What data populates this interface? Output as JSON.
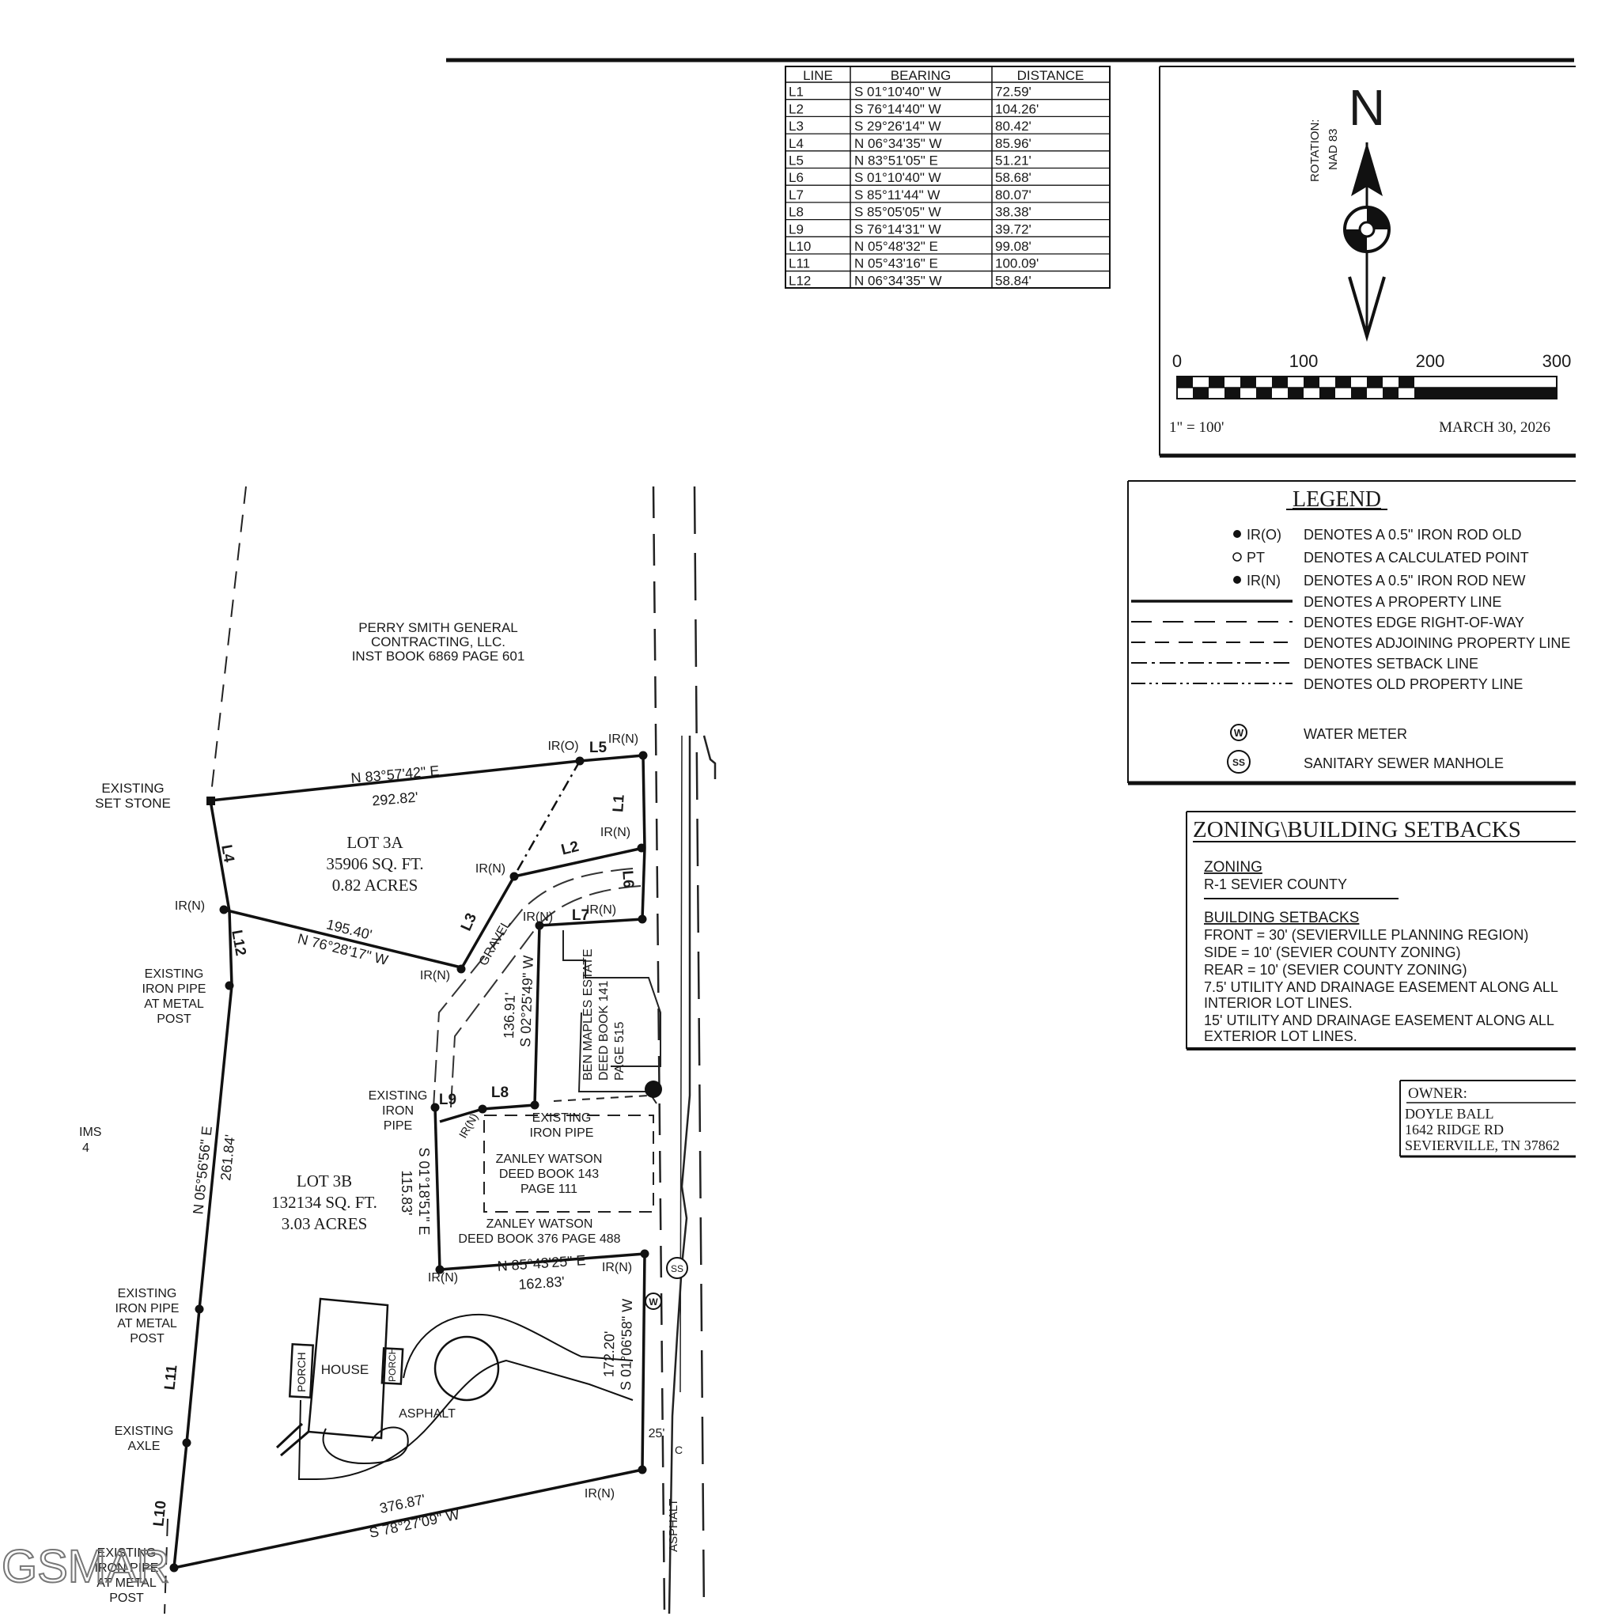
{
  "line_table": {
    "headers": [
      "LINE",
      "BEARING",
      "DISTANCE"
    ],
    "rows": [
      {
        "line": "L1",
        "bearing": "S 01°10'40\" W",
        "distance": "72.59'"
      },
      {
        "line": "L2",
        "bearing": "S 76°14'40\" W",
        "distance": "104.26'"
      },
      {
        "line": "L3",
        "bearing": "S 29°26'14\" W",
        "distance": "80.42'"
      },
      {
        "line": "L4",
        "bearing": "N 06°34'35\" W",
        "distance": "85.96'"
      },
      {
        "line": "L5",
        "bearing": "N 83°51'05\" E",
        "distance": "51.21'"
      },
      {
        "line": "L6",
        "bearing": "S 01°10'40\" W",
        "distance": "58.68'"
      },
      {
        "line": "L7",
        "bearing": "S 85°11'44\" W",
        "distance": "80.07'"
      },
      {
        "line": "L8",
        "bearing": "S 85°05'05\" W",
        "distance": "38.38'"
      },
      {
        "line": "L9",
        "bearing": "S 76°14'31\" W",
        "distance": "39.72'"
      },
      {
        "line": "L10",
        "bearing": "N 05°48'32\" E",
        "distance": "99.08'"
      },
      {
        "line": "L11",
        "bearing": "N 05°43'16\" E",
        "distance": "100.09'"
      },
      {
        "line": "L12",
        "bearing": "N 06°34'35\" W",
        "distance": "58.84'"
      }
    ]
  },
  "north_arrow": {
    "letter": "N",
    "rotation_line1": "ROTATION:",
    "rotation_line2": "NAD 83"
  },
  "scale_bar": {
    "ticks": [
      "0",
      "100",
      "200",
      "300"
    ],
    "scale_text": "1\" = 100'",
    "date": "MARCH 30, 2026"
  },
  "legend": {
    "title": "LEGEND",
    "symbol_items": [
      {
        "symbol": "IR(O)",
        "text": "DENOTES A 0.5\" IRON ROD OLD",
        "marker": "filled-dot"
      },
      {
        "symbol": "PT",
        "text": "DENOTES A CALCULATED POINT",
        "marker": "open-dot"
      },
      {
        "symbol": "IR(N)",
        "text": "DENOTES A 0.5\" IRON ROD NEW",
        "marker": "filled-dot"
      }
    ],
    "line_items": [
      {
        "text": "DENOTES A PROPERTY LINE",
        "style": "solid-heavy"
      },
      {
        "text": "DENOTES EDGE RIGHT-OF-WAY",
        "style": "long-dash"
      },
      {
        "text": "DENOTES ADJOINING PROPERTY LINE",
        "style": "dash"
      },
      {
        "text": "DENOTES SETBACK LINE",
        "style": "dash-dot"
      },
      {
        "text": "DENOTES OLD PROPERTY LINE",
        "style": "dash-dot-dot"
      }
    ],
    "icon_items": [
      {
        "glyph": "W",
        "text": "WATER METER",
        "icon": "water-meter-icon"
      },
      {
        "glyph": "SS",
        "text": "SANITARY SEWER MANHOLE",
        "icon": "sewer-manhole-icon"
      }
    ]
  },
  "zoning": {
    "title": "ZONING\\BUILDING SETBACKS",
    "zoning_heading": "ZONING",
    "zoning_value": "R-1 SEVIER COUNTY",
    "setbacks_heading": "BUILDING SETBACKS",
    "lines": [
      "FRONT =   30' (SEVIERVILLE PLANNING REGION)",
      "SIDE    =   10' (SEVIER COUNTY ZONING)",
      "REAR   =   10' (SEVIER COUNTY ZONING)",
      "7.5' UTILITY AND DRAINAGE EASEMENT ALONG ALL",
      "INTERIOR LOT LINES.",
      "15' UTILITY AND DRAINAGE EASEMENT ALONG ALL",
      "EXTERIOR LOT LINES."
    ]
  },
  "owner": {
    "heading": "OWNER:",
    "lines": [
      "DOYLE BALL",
      "1642 RIDGE RD",
      "SEVIERVILLE, TN 37862"
    ]
  },
  "plat": {
    "adjoiner_north": [
      "PERRY SMITH GENERAL",
      "CONTRACTING, LLC.",
      "INST BOOK 6869 PAGE 601"
    ],
    "lot_3a": [
      "LOT 3A",
      "35906 SQ. FT.",
      "0.82 ACRES"
    ],
    "lot_3b": [
      "LOT 3B",
      "132134 SQ. FT.",
      "3.03 ACRES"
    ],
    "ben_maples": [
      "BEN MAPLES ESTATE",
      "DEED BOOK 141",
      "PAGE 515"
    ],
    "zanley_1": [
      "ZANLEY WATSON",
      "DEED BOOK 143",
      "PAGE 111"
    ],
    "zanley_2": [
      "ZANLEY WATSON",
      "DEED BOOK 376 PAGE 488"
    ],
    "existing_set_stone": [
      "EXISTING",
      "SET STONE"
    ],
    "existing_iron_pipe_post": [
      "EXISTING",
      "IRON PIPE",
      "AT METAL",
      "POST"
    ],
    "existing_iron_pipe": [
      "EXISTING",
      "IRON",
      "PIPE"
    ],
    "existing_iron_pipe_inner": [
      "EXISTING",
      "IRON PIPE"
    ],
    "existing_axle": [
      "EXISTING",
      "AXLE"
    ],
    "bottom_post": [
      "EXISTING",
      "IRON PIPE",
      "AT METAL",
      "POST"
    ],
    "north_line_bearing": "N 83°57'42\" E",
    "north_line_dist": "292.82'",
    "mid_line_dist": "195.40'",
    "mid_line_bearing": "N 76°28'17\" W",
    "west_bearing": "N 05°56'56\" E",
    "west_dist": "261.84'",
    "inner_bearing": "S 02°25'49\" W",
    "inner_dist": "136.91'",
    "lot3b_inner_bearing": "S 01°18'51\" E",
    "lot3b_inner_dist": "115.83'",
    "south_mid_bearing": "N 85°43'25\" E",
    "south_mid_dist": "162.83'",
    "east_bearing": "S 01°06'58\" W",
    "east_dist": "172.20'",
    "south_dist": "376.87'",
    "south_bearing": "S 78°27'09\" W",
    "road_offset": "25'",
    "centerline": "C",
    "gravel": "GRAVEL",
    "asphalt_drive": "ASPHALT",
    "asphalt_road": "ASPHALT",
    "house": "HOUSE",
    "porch": "PORCH",
    "ir_o": "IR(O)",
    "ir_n": "IR(N)",
    "ss": "SS",
    "w": "W",
    "line_labels": [
      "L1",
      "L2",
      "L3",
      "L4",
      "L5",
      "L6",
      "L7",
      "L8",
      "L9",
      "L10",
      "L11",
      "L12"
    ],
    "edge_fragment_1": "IMS",
    "edge_fragment_2": "4"
  },
  "watermark": "GSMAR"
}
